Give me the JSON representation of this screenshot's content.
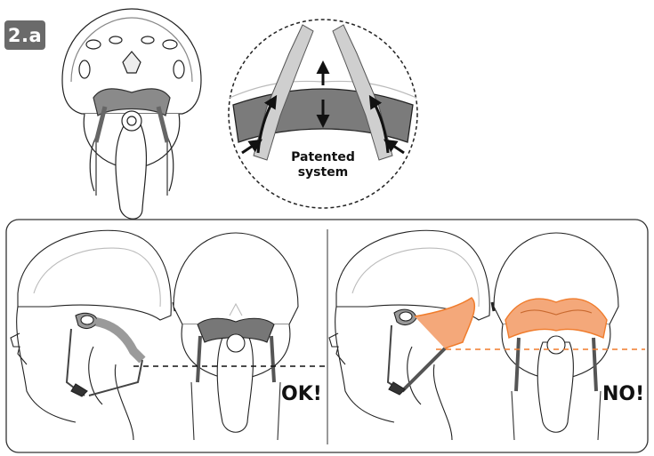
{
  "step": {
    "label": "2.a"
  },
  "callout": {
    "line1": "Patented",
    "line2": "system"
  },
  "panels": {
    "correct": {
      "verdict": "OK!"
    },
    "incorrect": {
      "verdict": "NO!"
    }
  },
  "colors": {
    "badge": "#6a6a6a",
    "strap_gray": "#7d7d7d",
    "wrong_fill": "#f4a87a",
    "wrong_line": "#f07c2c"
  }
}
